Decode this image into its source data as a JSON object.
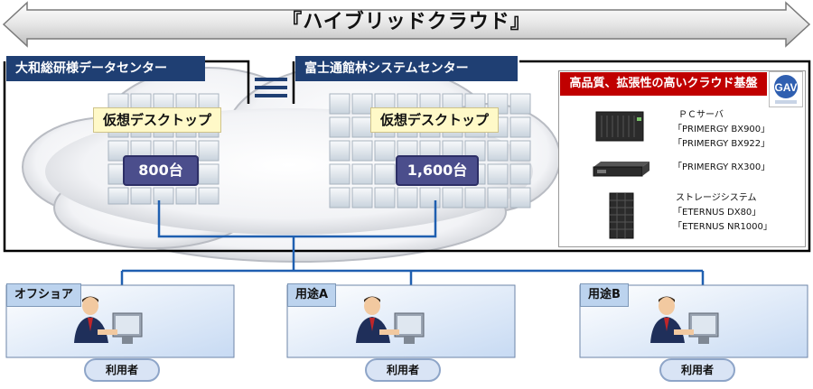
{
  "title": "『ハイブリッドクラウド』",
  "datacenters": {
    "left": {
      "name": "大和総研様データセンター",
      "desktop_label": "仮想デスクトップ",
      "count": "800台"
    },
    "right": {
      "name": "富士通館林システムセンター",
      "desktop_label": "仮想デスクトップ",
      "count": "1,600台"
    }
  },
  "panel": {
    "title": "高品質、拡張性の高いクラウド基盤",
    "logo_text": "GAV",
    "groups": [
      {
        "lines": [
          "ＰＣサーバ",
          "「PRIMERGY BX900」",
          "「PRIMERGY BX922」"
        ]
      },
      {
        "lines": [
          "「PRIMERGY RX300」"
        ]
      },
      {
        "lines": [
          "ストレージシステム",
          "「ETERNUS DX80」",
          "「ETERNUS NR1000」"
        ]
      }
    ]
  },
  "sites": [
    {
      "label": "オフショア",
      "user": "利用者"
    },
    {
      "label": "用途A",
      "user": "利用者"
    },
    {
      "label": "用途B",
      "user": "利用者"
    }
  ],
  "colors": {
    "navy": "#1f3f73",
    "red": "#c00000",
    "link_blue": "#1f5fb0",
    "count_box": "#4b4e8c"
  }
}
